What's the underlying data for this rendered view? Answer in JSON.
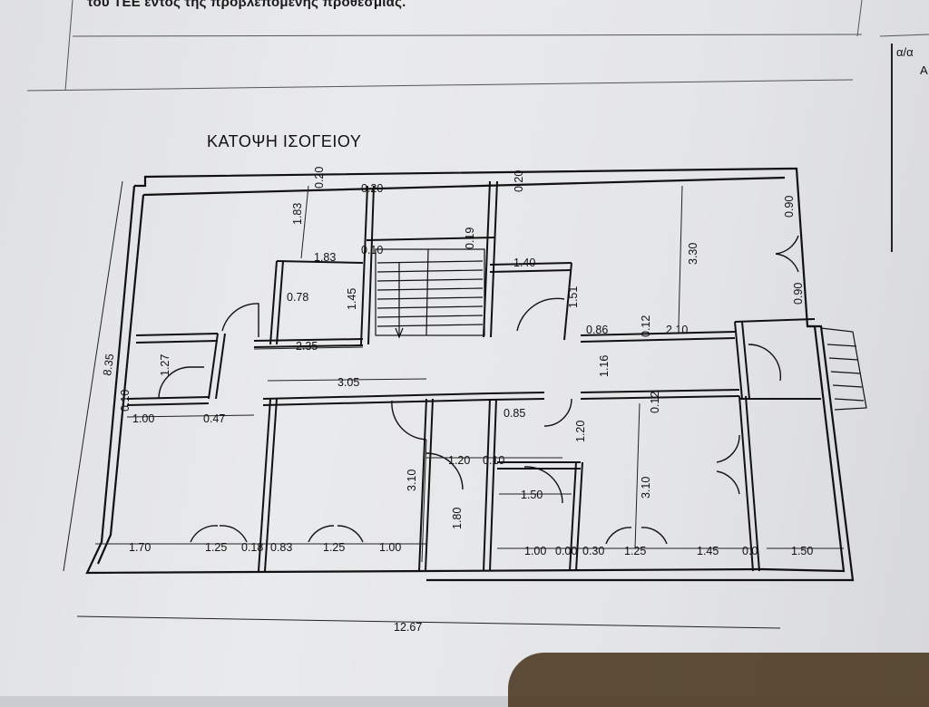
{
  "header": {
    "text": "του ΤΕΕ εντος της προβλεπομενης προθεσμιας."
  },
  "plan": {
    "title": "ΚΑΤΟΨΗ ΙΣΟΓΕΙΟΥ"
  },
  "side_table": {
    "header": "α/α",
    "first_row": "Α"
  },
  "dimensions": {
    "d0_20a": "0.20",
    "d0_20b": "0.20",
    "d0_20c": "0.20",
    "d1_83": "1.83",
    "d1_83b": "1.83",
    "d0_10": "0.10",
    "d0_19": "0.19",
    "d0_78": "0.78",
    "d1_45": "1.45",
    "d2_35": "2.35",
    "d1_40": "1.40",
    "d1_51": "1.51",
    "d0_86": "0.86",
    "d0_12a": "0.12",
    "d2_10": "2.10",
    "d3_30": "3.30",
    "d0_90a": "0.90",
    "d0_90b": "0.90",
    "d8_35": "8.35",
    "d1_27": "1.27",
    "d0_10b": "0.10",
    "d1_00a": "1.00",
    "d0_47": "0.47",
    "d3_05": "3.05",
    "d1_16": "1.16",
    "d0_85": "0.85",
    "d1_20a": "1.20",
    "d0_12b": "0.12",
    "d3_10a": "3.10",
    "d1_20b": "1.20",
    "d0_10c": "0.10",
    "d1_50a": "1.50",
    "d1_80": "1.80",
    "d3_10b": "3.10",
    "b1_70": "1.70",
    "b1_25a": "1.25",
    "b0_18": "0.18",
    "b0_83": "0.83",
    "b1_25b": "1.25",
    "b1_00a": "1.00",
    "b1_00b": "1.00",
    "b0_00": "0.00",
    "b0_30": "0.30",
    "b1_25c": "1.25",
    "b1_45": "1.45",
    "b0_0": "0.0",
    "b1_50": "1.50",
    "total": "12.67"
  }
}
